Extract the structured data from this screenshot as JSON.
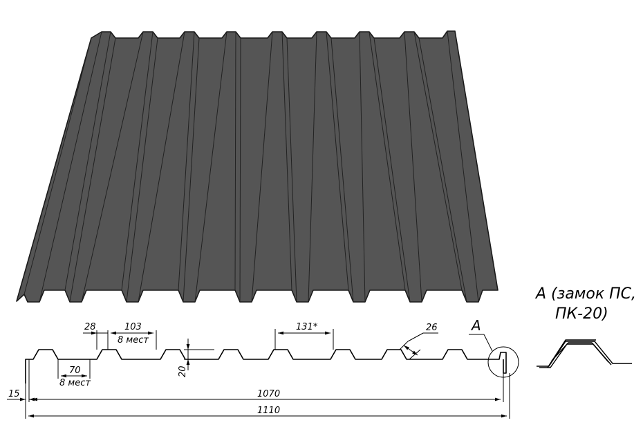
{
  "sheet": {
    "fill_color": "#555555",
    "edge_color": "#1a1a1a",
    "rib_line_color": "#222222"
  },
  "dimensions": {
    "rib_top": "28",
    "pitch_top": "103",
    "pitch_top_count": "8 мест",
    "rib_bottom": "70",
    "rib_bottom_count": "8 мест",
    "height": "20",
    "pitch": "131*",
    "slope": "26",
    "edge": "15",
    "useful_width": "1070",
    "full_width": "1110"
  },
  "callout": {
    "marker": "A"
  },
  "detail": {
    "title_line1": "А (замок ПС,",
    "title_line2": "ПК-20)"
  }
}
